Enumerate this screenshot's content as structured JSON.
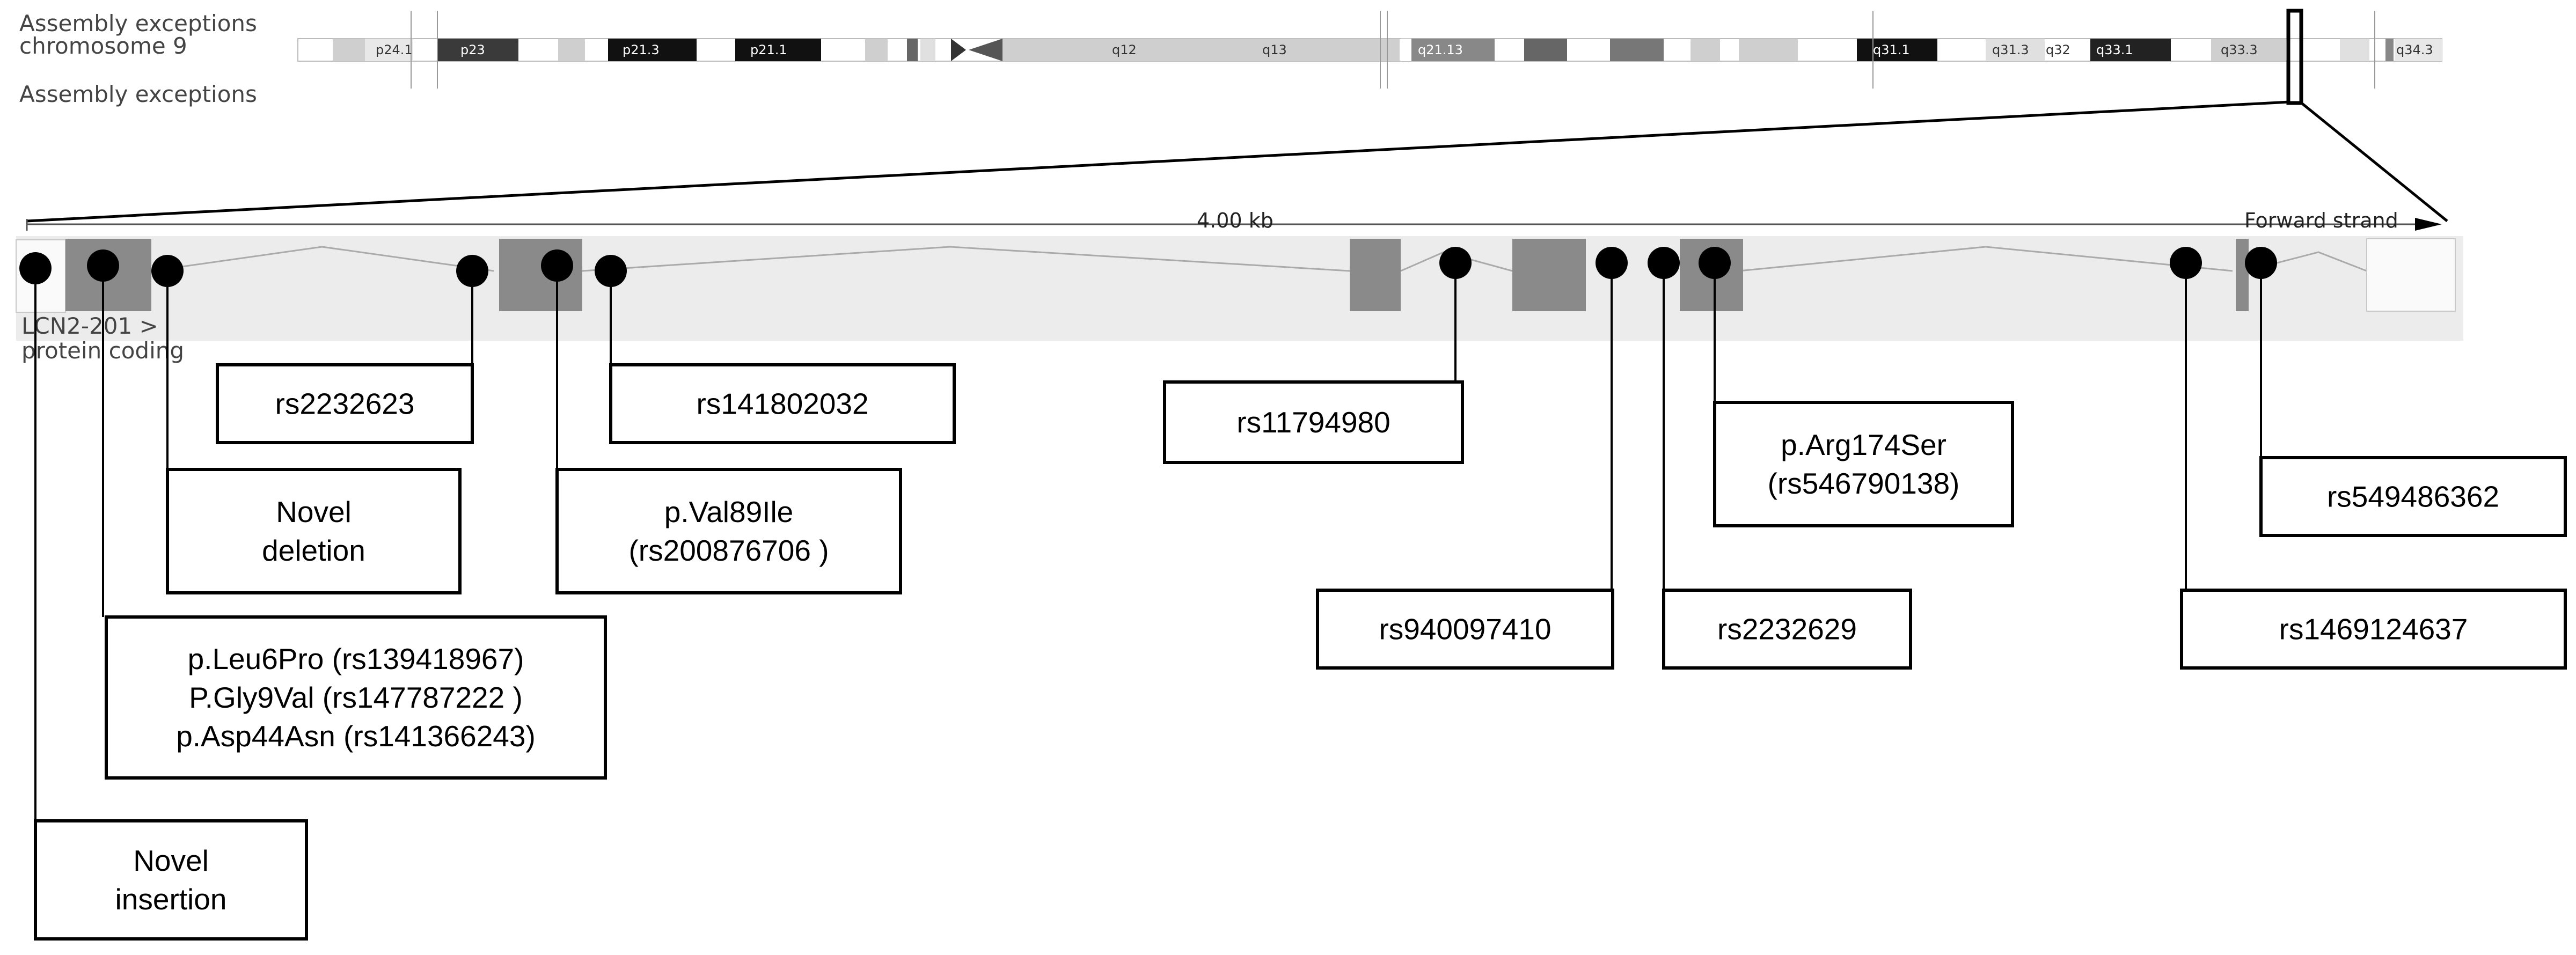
{
  "chromosome_panel": {
    "top_label": "Assembly exceptions",
    "chromosome_label": "chromosome 9",
    "bottom_label": "Assembly exceptions",
    "bands": [
      "p24.1",
      "p23",
      "p21.3",
      "p21.1",
      "q12",
      "q13",
      "q21.13",
      "q31.1",
      "q31.3",
      "q32",
      "q33.1",
      "q33.3",
      "q34.3"
    ]
  },
  "gene_track": {
    "scale_label": "4.00 kb",
    "strand_label": "Forward strand",
    "transcript_label": "LCN2-201 >",
    "biotype_label": "protein coding"
  },
  "variants": [
    {
      "name": "novel-insertion",
      "lines": [
        "Novel",
        "insertion"
      ]
    },
    {
      "name": "p-leu6pro-group",
      "lines": [
        "p.Leu6Pro (rs139418967)",
        "P.Gly9Val (rs147787222 )",
        "p.Asp44Asn (rs141366243)"
      ]
    },
    {
      "name": "novel-deletion",
      "lines": [
        "Novel",
        "deletion"
      ]
    },
    {
      "name": "rs2232623",
      "lines": [
        "rs2232623"
      ]
    },
    {
      "name": "p-val89ile",
      "lines": [
        "p.Val89Ile",
        "(rs200876706 )"
      ]
    },
    {
      "name": "rs141802032",
      "lines": [
        "rs141802032"
      ]
    },
    {
      "name": "rs11794980",
      "lines": [
        "rs11794980"
      ]
    },
    {
      "name": "rs940097410",
      "lines": [
        "rs940097410"
      ]
    },
    {
      "name": "rs2232629",
      "lines": [
        "rs2232629"
      ]
    },
    {
      "name": "p-arg174ser",
      "lines": [
        "p.Arg174Ser",
        "(rs546790138)"
      ]
    },
    {
      "name": "rs1469124637",
      "lines": [
        "rs1469124637"
      ]
    },
    {
      "name": "rs549486362",
      "lines": [
        "rs549486362"
      ]
    }
  ]
}
